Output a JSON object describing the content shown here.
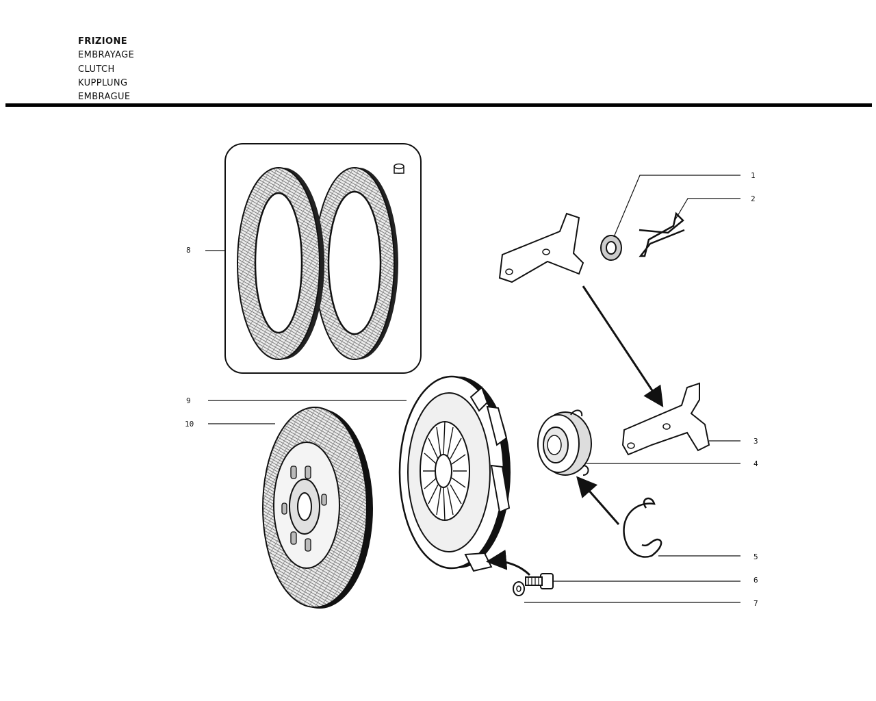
{
  "titles": [
    "FRIZIONE",
    "EMBRAYAGE",
    "CLUTCH",
    "KUPPLUNG",
    "EMBRAGUE"
  ],
  "callouts": {
    "c1": "1",
    "c2": "2",
    "c3": "3",
    "c4": "4",
    "c5": "5",
    "c6": "6",
    "c7": "7",
    "c8": "8",
    "c9": "9",
    "c10": "10"
  },
  "colors": {
    "ink": "#111111",
    "paper": "#ffffff",
    "lining": "#d9d9d9"
  }
}
